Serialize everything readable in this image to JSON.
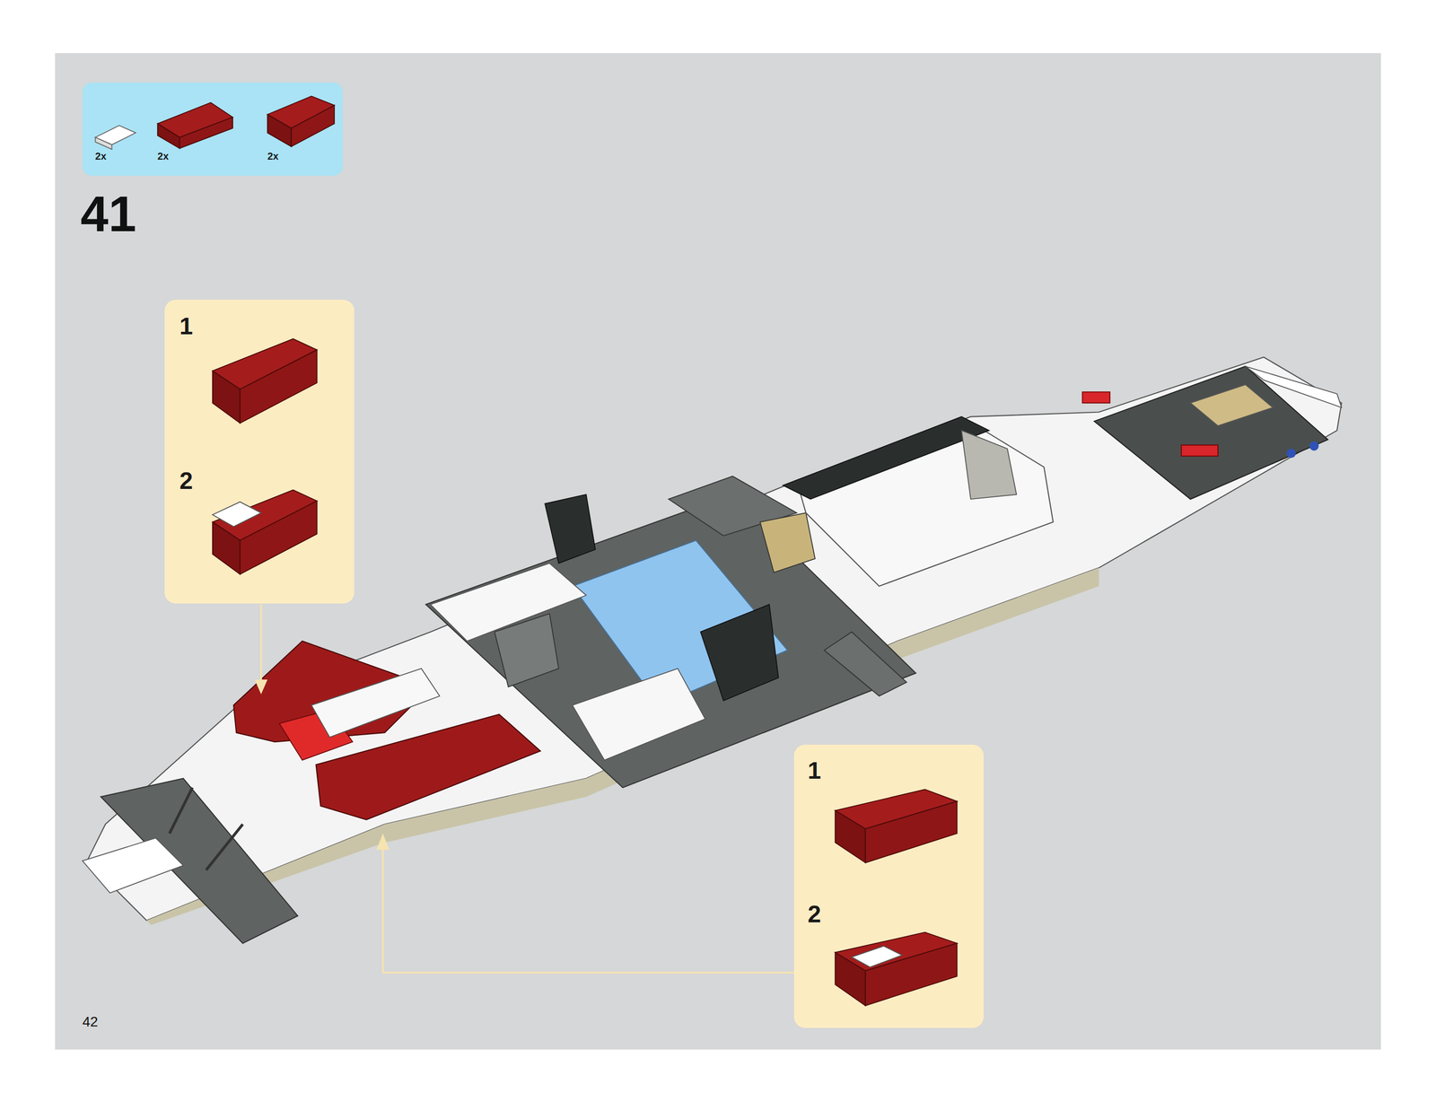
{
  "diagram": {
    "nodes": [
      {
        "text": [
          "2x",
          "2x",
          "2x"
        ]
      },
      {
        "text": [
          "1",
          "2"
        ]
      },
      {
        "text": [
          "1",
          "2"
        ]
      }
    ],
    "labels": [
      "41",
      "42"
    ]
  }
}
